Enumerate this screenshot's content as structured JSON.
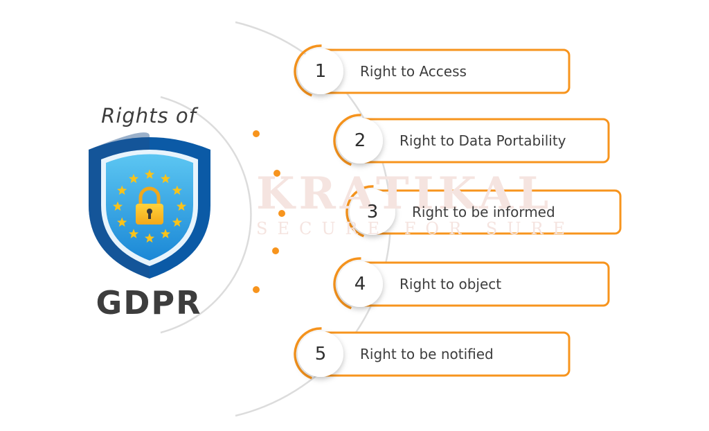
{
  "heading": {
    "prefix": "Rights of",
    "main": "GDPR"
  },
  "watermark": {
    "name": "KRATIKAL",
    "tagline": "SECURE FOR SURE"
  },
  "colors": {
    "accent": "#f7941d",
    "shield_outer": "#0b5aa6",
    "shield_inner": "#2fa8e8",
    "star": "#f9c31a",
    "text": "#3d3d3d"
  },
  "rights": [
    {
      "number": "1",
      "label": "Right to Access"
    },
    {
      "number": "2",
      "label": "Right to Data Portability"
    },
    {
      "number": "3",
      "label": "Right to be informed"
    },
    {
      "number": "4",
      "label": "Right to object"
    },
    {
      "number": "5",
      "label": "Right to be notified"
    }
  ]
}
